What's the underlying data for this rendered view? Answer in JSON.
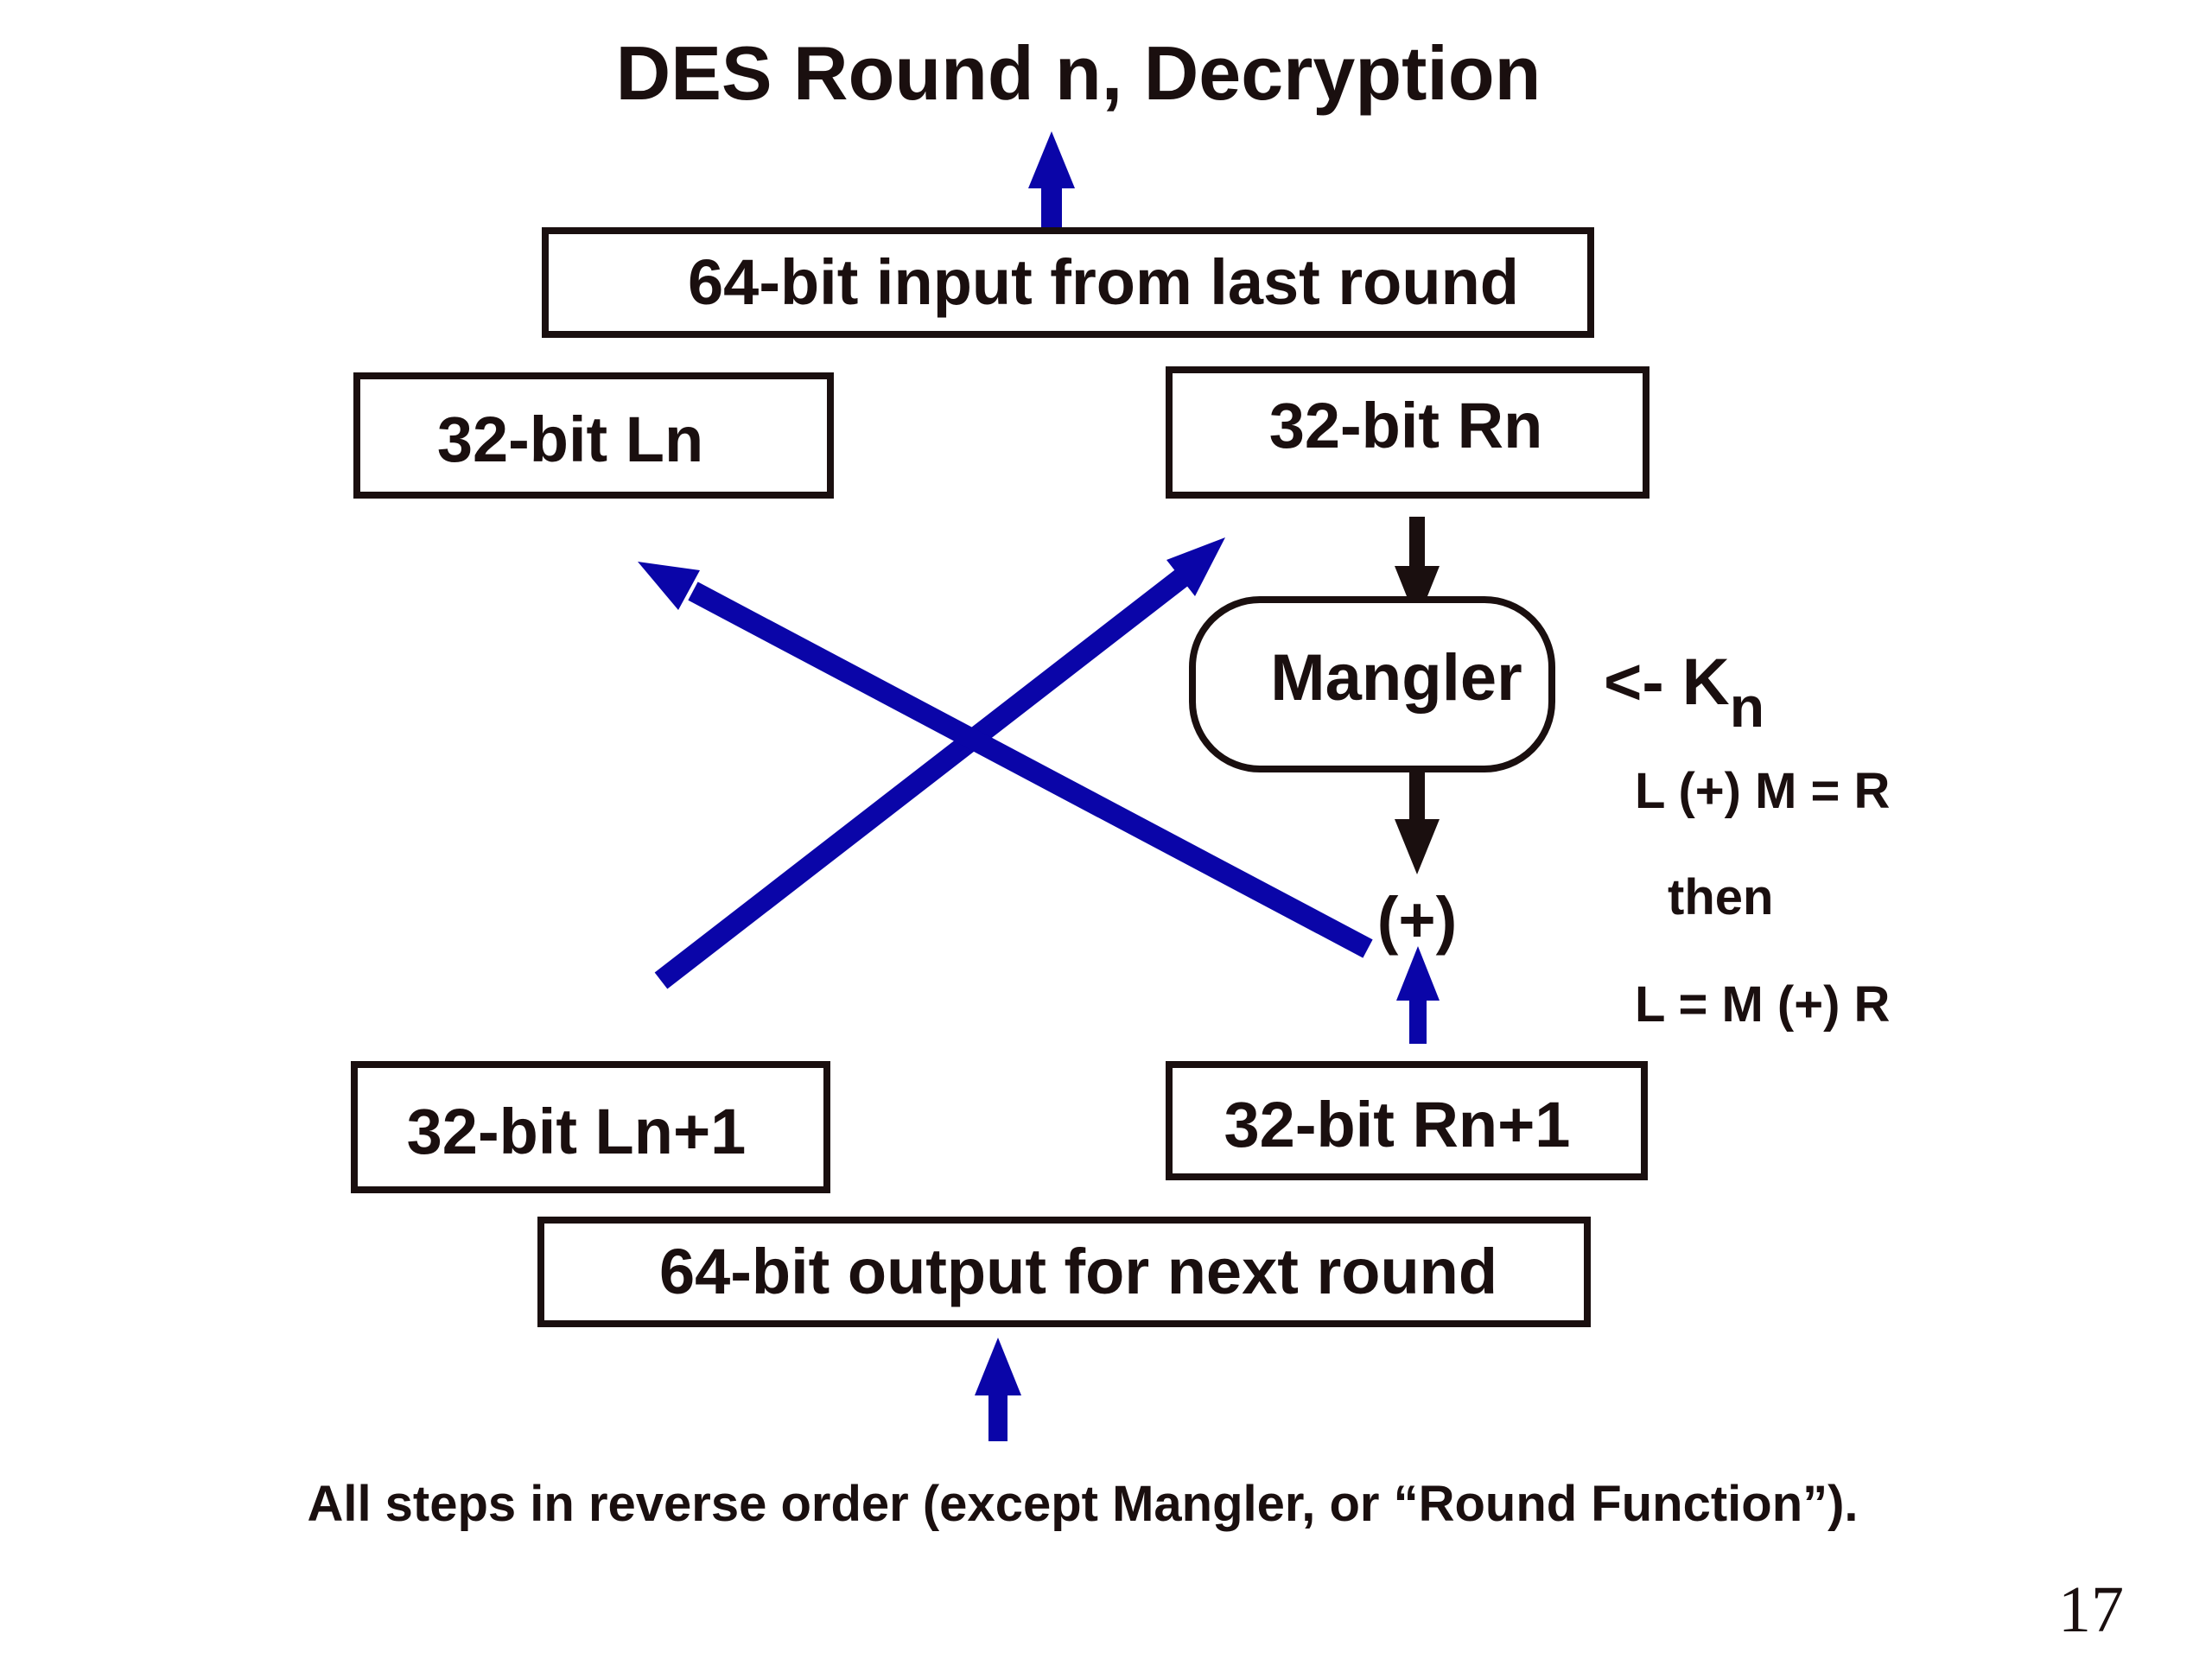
{
  "title": "DES Round n, Decryption",
  "boxes": {
    "input_64": "64-bit input from last round",
    "ln": "32-bit Ln",
    "rn": "32-bit Rn",
    "mangler": "Mangler",
    "ln1": "32-bit Ln+1",
    "rn1": "32-bit Rn+1",
    "output_64": "64-bit output for next round"
  },
  "xor_symbol": "(+)",
  "key": {
    "prefix": "<- K",
    "subscript": "n"
  },
  "notes": {
    "line1": "L (+) M = R",
    "line2": "then",
    "line3": "L = M (+) R"
  },
  "footer": "All steps in reverse order (except Mangler, or “Round Function”).",
  "page_number": "17",
  "colors": {
    "arrow_blue": "#0a05a8",
    "arrow_black": "#1a0f0f",
    "box_border": "#1a0f0f",
    "text": "#1a0f0f"
  }
}
